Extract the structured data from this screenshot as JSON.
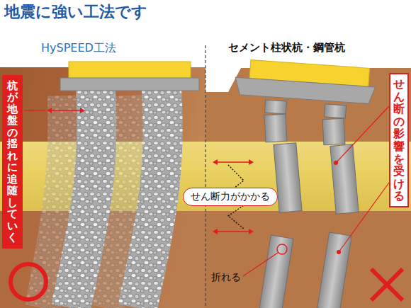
{
  "diagram": {
    "title": "地震に強い工法です",
    "nodes": [
      {
        "text": [
          "杭が地盤の揺れに追随していく"
        ]
      },
      {
        "text": [
          "せん断力がかかる"
        ]
      },
      {
        "text": [
          "せん断の影響を受ける"
        ]
      }
    ],
    "labels": [
      "HySPEED工法",
      "セメント柱状杭・鋼管杭",
      "折れる"
    ]
  }
}
